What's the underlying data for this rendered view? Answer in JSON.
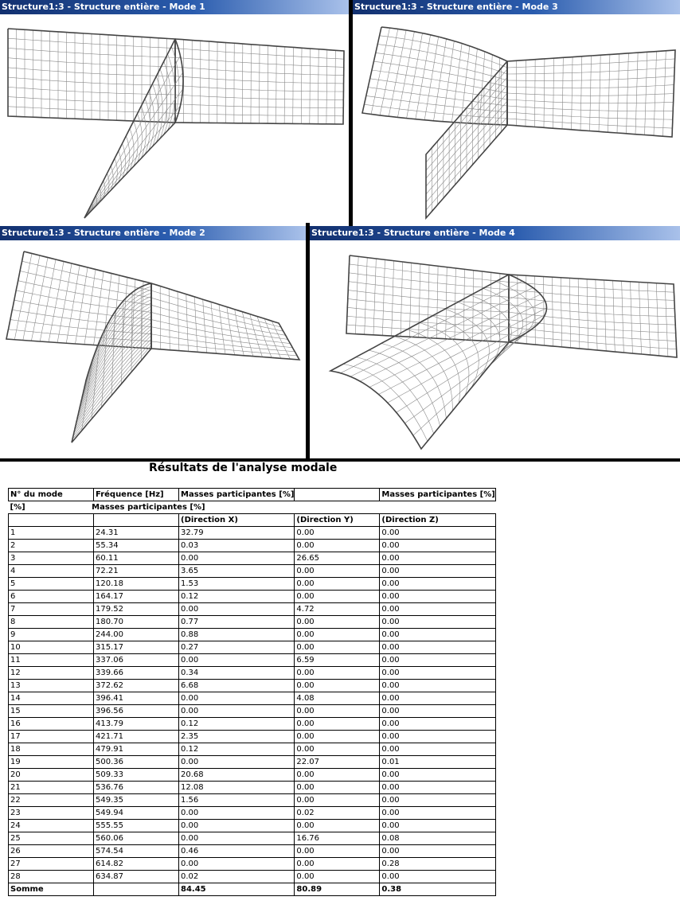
{
  "panels": [
    {
      "id": "mode1",
      "title": "Structure1:3 - Structure entière - Mode 1"
    },
    {
      "id": "mode3",
      "title": "Structure1:3 - Structure entière - Mode 3"
    },
    {
      "id": "mode2",
      "title": "Structure1:3 - Structure entière - Mode 2"
    },
    {
      "id": "mode4",
      "title": "Structure1:3 - Structure entière - Mode 4"
    }
  ],
  "report": {
    "title": "Résultats de l'analyse modale",
    "headers": {
      "mode": "N° du mode",
      "freq": "Fréquence [Hz]",
      "masses_x": "Masses participantes [%]",
      "masses_y": "Masses participantes [%]",
      "unit": "[%]",
      "masses_z": "Masses participantes [%]",
      "dir_x": "(Direction X)",
      "dir_y": "(Direction Y)",
      "dir_z": "(Direction Z)"
    },
    "rows": [
      [
        "1",
        "24.31",
        "32.79",
        "0.00",
        "0.00"
      ],
      [
        "2",
        "55.34",
        "0.03",
        "0.00",
        "0.00"
      ],
      [
        "3",
        "60.11",
        "0.00",
        "26.65",
        "0.00"
      ],
      [
        "4",
        "72.21",
        "3.65",
        "0.00",
        "0.00"
      ],
      [
        "5",
        "120.18",
        "1.53",
        "0.00",
        "0.00"
      ],
      [
        "6",
        "164.17",
        "0.12",
        "0.00",
        "0.00"
      ],
      [
        "7",
        "179.52",
        "0.00",
        "4.72",
        "0.00"
      ],
      [
        "8",
        "180.70",
        "0.77",
        "0.00",
        "0.00"
      ],
      [
        "9",
        "244.00",
        "0.88",
        "0.00",
        "0.00"
      ],
      [
        "10",
        "315.17",
        "0.27",
        "0.00",
        "0.00"
      ],
      [
        "11",
        "337.06",
        "0.00",
        "6.59",
        "0.00"
      ],
      [
        "12",
        "339.66",
        "0.34",
        "0.00",
        "0.00"
      ],
      [
        "13",
        "372.62",
        "6.68",
        "0.00",
        "0.00"
      ],
      [
        "14",
        "396.41",
        "0.00",
        "4.08",
        "0.00"
      ],
      [
        "15",
        "396.56",
        "0.00",
        "0.00",
        "0.00"
      ],
      [
        "16",
        "413.79",
        "0.12",
        "0.00",
        "0.00"
      ],
      [
        "17",
        "421.71",
        "2.35",
        "0.00",
        "0.00"
      ],
      [
        "18",
        "479.91",
        "0.12",
        "0.00",
        "0.00"
      ],
      [
        "19",
        "500.36",
        "0.00",
        "22.07",
        "0.01"
      ],
      [
        "20",
        "509.33",
        "20.68",
        "0.00",
        "0.00"
      ],
      [
        "21",
        "536.76",
        "12.08",
        "0.00",
        "0.00"
      ],
      [
        "22",
        "549.35",
        "1.56",
        "0.00",
        "0.00"
      ],
      [
        "23",
        "549.94",
        "0.00",
        "0.02",
        "0.00"
      ],
      [
        "24",
        "555.55",
        "0.00",
        "0.00",
        "0.00"
      ],
      [
        "25",
        "560.06",
        "0.00",
        "16.76",
        "0.08"
      ],
      [
        "26",
        "574.54",
        "0.46",
        "0.00",
        "0.00"
      ],
      [
        "27",
        "614.82",
        "0.00",
        "0.00",
        "0.28"
      ],
      [
        "28",
        "634.87",
        "0.02",
        "0.00",
        "0.00"
      ]
    ],
    "sum": {
      "label": "Somme",
      "x": "84.45",
      "y": "80.89",
      "z": "0.38"
    }
  }
}
